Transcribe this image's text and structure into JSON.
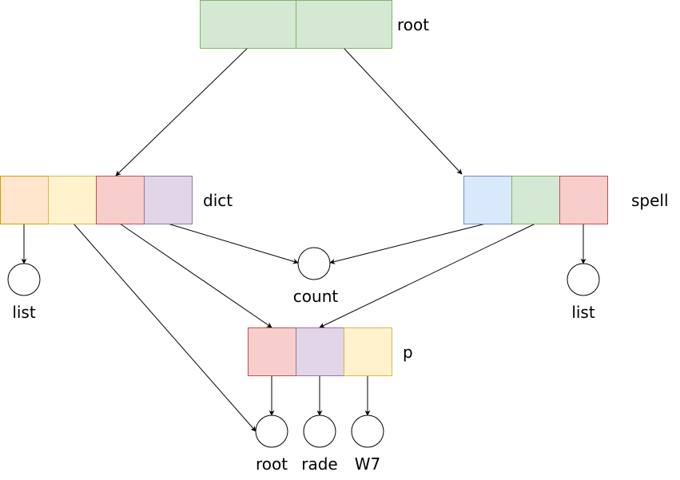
{
  "colors": {
    "green": {
      "fill": "#d5e8d4",
      "stroke": "#82b366"
    },
    "orange": {
      "fill": "#ffe6cc",
      "stroke": "#d79b00"
    },
    "yellow": {
      "fill": "#fff2cc",
      "stroke": "#d6b656"
    },
    "red": {
      "fill": "#f8cecc",
      "stroke": "#b85450"
    },
    "purple": {
      "fill": "#e1d5e7",
      "stroke": "#9673a6"
    },
    "blue": {
      "fill": "#dae8fc",
      "stroke": "#6c8ebf"
    },
    "line": "#000000"
  },
  "arrays": {
    "root": {
      "label": "root",
      "cells": [
        "green",
        "green"
      ]
    },
    "dict": {
      "label": "dict",
      "cells": [
        "orange",
        "yellow",
        "red",
        "purple"
      ]
    },
    "spell": {
      "label": "spell",
      "cells": [
        "blue",
        "green",
        "red"
      ]
    },
    "p": {
      "label": "p",
      "cells": [
        "red",
        "purple",
        "yellow"
      ]
    }
  },
  "leaves": {
    "dict_list": {
      "label": "list"
    },
    "spell_list": {
      "label": "list"
    },
    "count": {
      "label": "count"
    },
    "root_leaf": {
      "label": "root"
    },
    "rade": {
      "label": "rade"
    },
    "w7": {
      "label": "W7"
    }
  },
  "edges": [
    {
      "from": "root.cell0",
      "to": "dict"
    },
    {
      "from": "root.cell1",
      "to": "spell"
    },
    {
      "from": "dict.cell0",
      "to": "dict_list"
    },
    {
      "from": "dict.cell1",
      "to": "root_leaf"
    },
    {
      "from": "dict.cell2",
      "to": "p"
    },
    {
      "from": "dict.cell3",
      "to": "count"
    },
    {
      "from": "spell.cell0",
      "to": "count"
    },
    {
      "from": "spell.cell1",
      "to": "p"
    },
    {
      "from": "spell.cell2",
      "to": "spell_list"
    },
    {
      "from": "p.cell0",
      "to": "root_leaf"
    },
    {
      "from": "p.cell1",
      "to": "rade"
    },
    {
      "from": "p.cell2",
      "to": "w7"
    }
  ]
}
